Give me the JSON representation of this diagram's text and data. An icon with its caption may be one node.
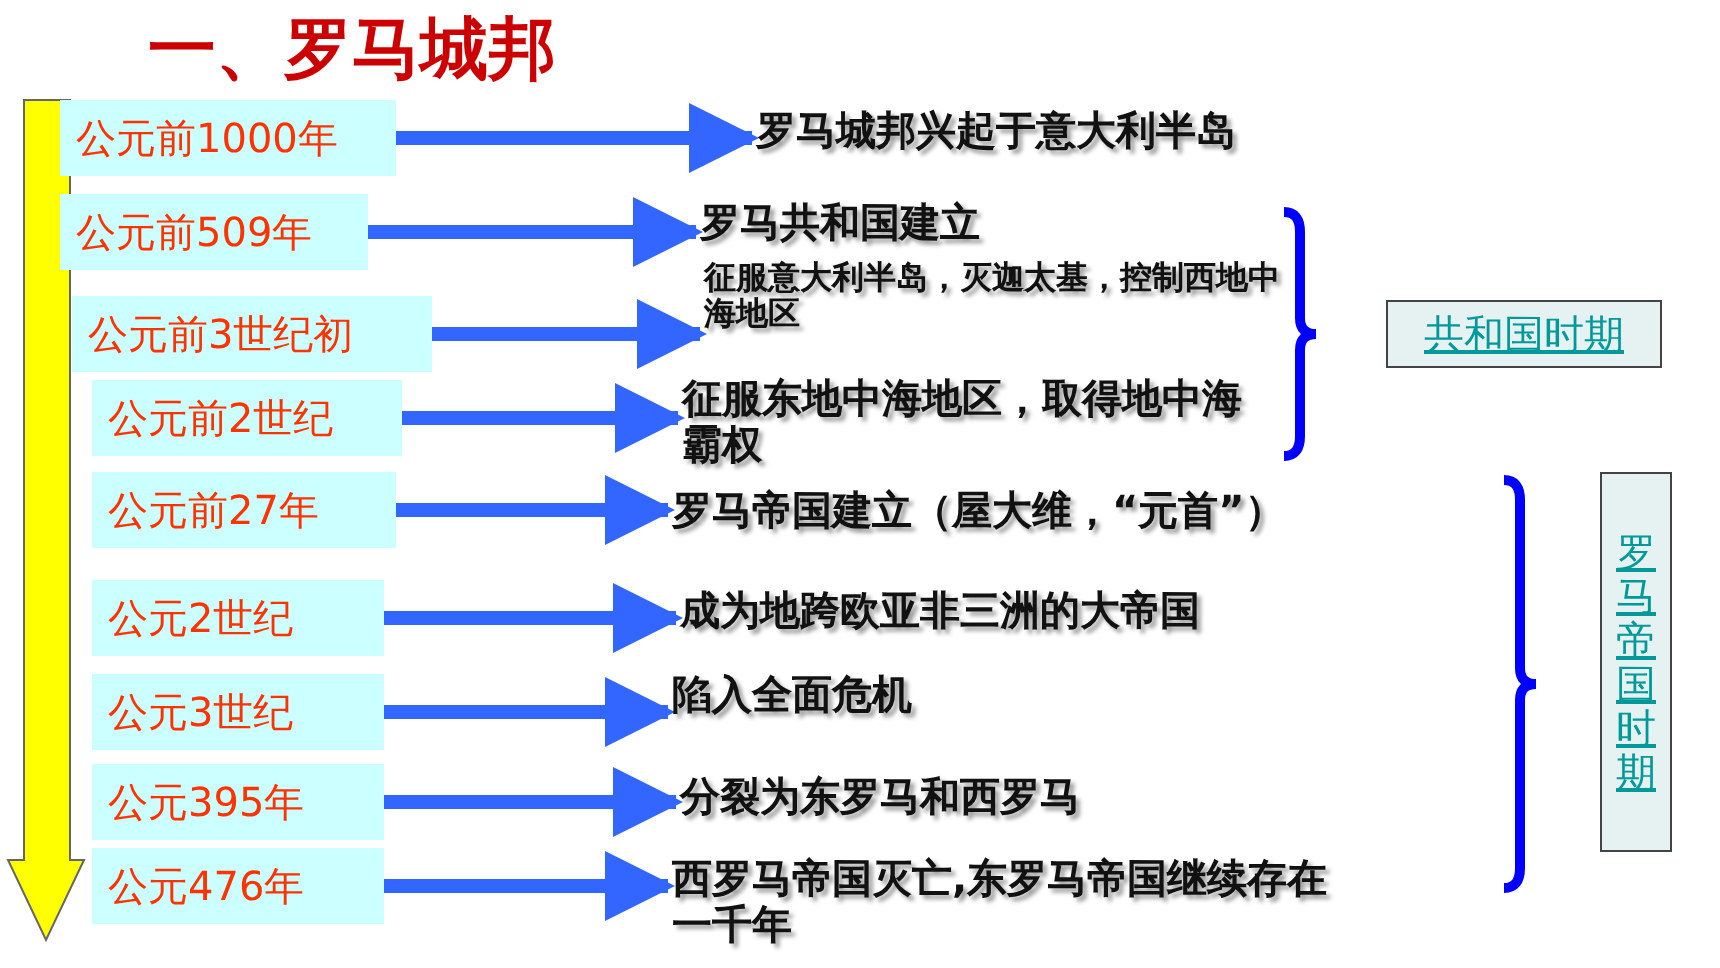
{
  "diagram": {
    "title": "一、罗马城邦",
    "nodes": [
      {
        "text": [
          "公元前1000年"
        ]
      },
      {
        "text": [
          "公元前509年"
        ]
      },
      {
        "text": [
          "公元前3世纪初"
        ]
      },
      {
        "text": [
          "公元前2世纪"
        ]
      },
      {
        "text": [
          "公元前27年"
        ]
      },
      {
        "text": [
          "公元2世纪"
        ]
      },
      {
        "text": [
          "公元3世纪"
        ]
      },
      {
        "text": [
          "公元395年"
        ]
      },
      {
        "text": [
          "公元476年"
        ]
      },
      {
        "text": [
          "罗马城邦兴起于意大利半岛"
        ]
      },
      {
        "text": [
          "罗马共和国建立"
        ]
      },
      {
        "text": [
          "征服意大利半岛，灭迦太基，控制西地中海地区"
        ]
      },
      {
        "text": [
          "征服东地中海地区，取得地中海霸权"
        ]
      },
      {
        "text": [
          "罗马帝国建立（屋大维，“元首”）"
        ]
      },
      {
        "text": [
          "成为地跨欧亚非三洲的大帝国"
        ]
      },
      {
        "text": [
          "陷入全面危机"
        ]
      },
      {
        "text": [
          "分裂为东罗马和西罗马"
        ]
      },
      {
        "text": [
          "西罗马帝国灭亡,东罗马帝国继续存在一千年"
        ]
      },
      {
        "text": [
          "共和国时期"
        ]
      },
      {
        "text": [
          "罗马帝国时期"
        ]
      }
    ],
    "edges": [
      {
        "from": 0,
        "to": 9,
        "arrow": "to"
      },
      {
        "from": 1,
        "to": 10,
        "arrow": "to"
      },
      {
        "from": 2,
        "to": 11,
        "arrow": "to"
      },
      {
        "from": 3,
        "to": 12,
        "arrow": "to"
      },
      {
        "from": 4,
        "to": 13,
        "arrow": "to"
      },
      {
        "from": 5,
        "to": 14,
        "arrow": "to"
      },
      {
        "from": 6,
        "to": 15,
        "arrow": "to"
      },
      {
        "from": 7,
        "to": 16,
        "arrow": "to"
      },
      {
        "from": 8,
        "to": 17,
        "arrow": "to"
      }
    ]
  }
}
